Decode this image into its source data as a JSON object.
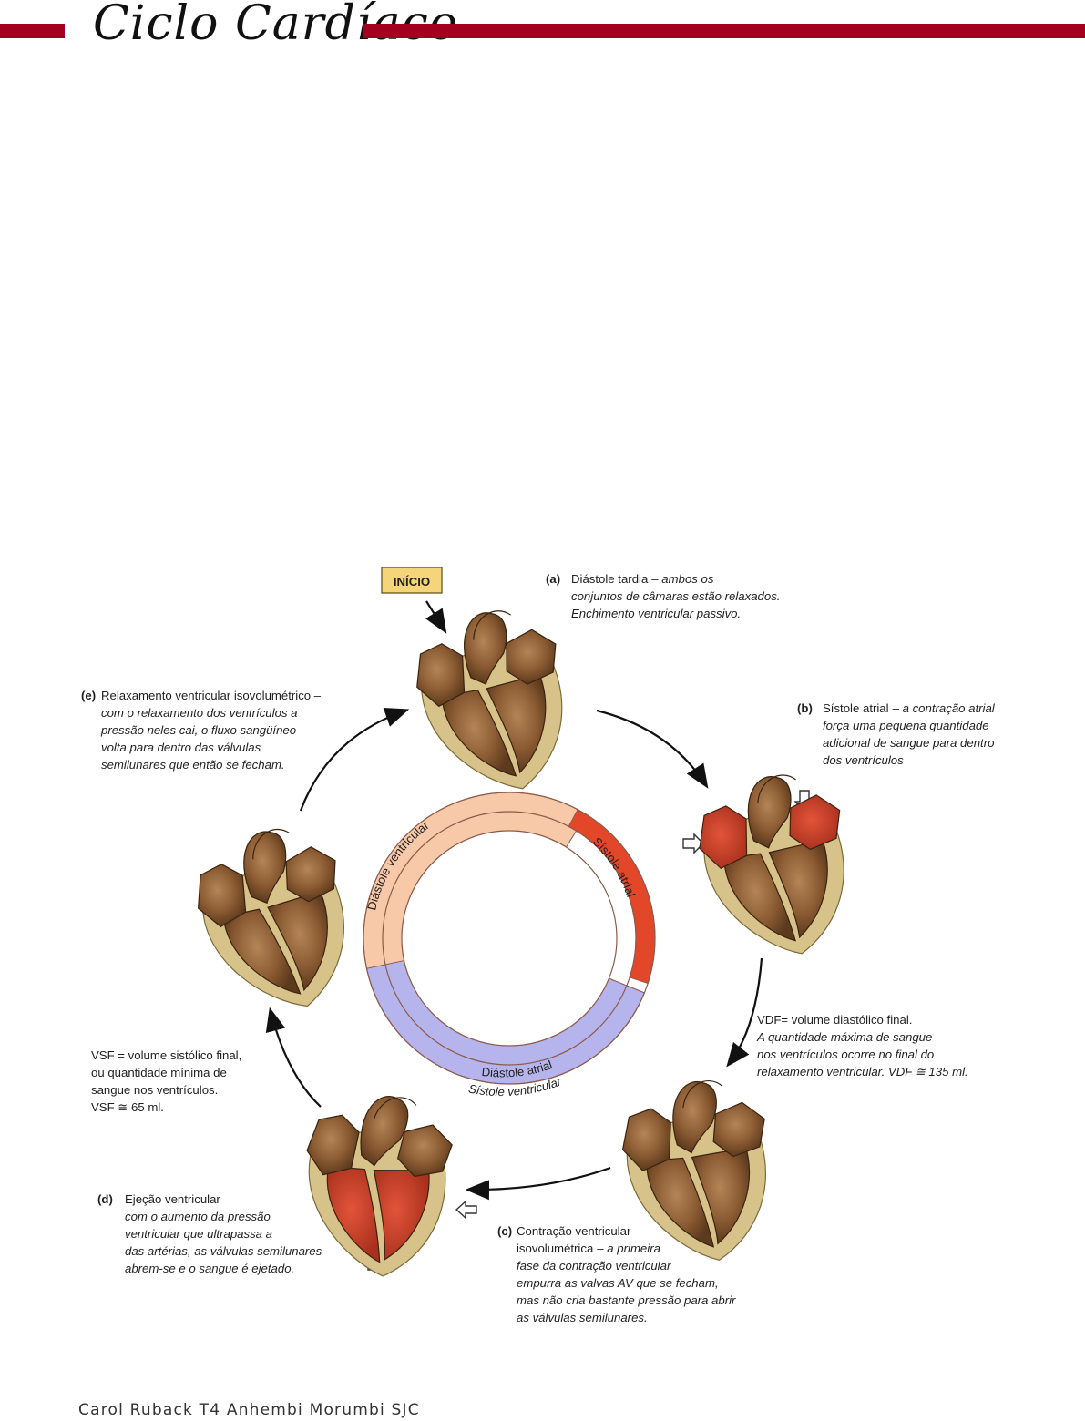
{
  "page": {
    "title": "Ciclo Cardíaco",
    "footer": "Carol Ruback T4 Anhembi Morumbi SJC",
    "accent_color": "#a3001f"
  },
  "diagram": {
    "start_label": "INÍCIO",
    "ring": {
      "outer_segments": [
        "Diástole ventricular",
        "Sístole atrial"
      ],
      "inner_segments": [
        "Diástole atrial",
        "Sístole ventricular"
      ],
      "colors": {
        "diastole": "#f7c9a8",
        "atrial_systole": "#e2472a",
        "ventricular_systole": "#b6b4ec"
      }
    },
    "stages": {
      "a": {
        "letter": "(a)",
        "heading": "Diástole tardia",
        "lines": [
          "– ambos os",
          "conjuntos de câmaras estão relaxados.",
          "Enchimento ventricular passivo."
        ]
      },
      "b": {
        "letter": "(b)",
        "heading": "Sístole atrial",
        "lines": [
          "– a contração atrial",
          "força uma pequena quantidade",
          "adicional de sangue para dentro",
          "dos ventrículos"
        ]
      },
      "c": {
        "letter": "(c)",
        "heading": "Contração ventricular",
        "heading2": "isovolumétrica",
        "lines": [
          "– a primeira",
          "fase da contração ventricular",
          "empurra as valvas AV que se fecham,",
          "mas não cria bastante pressão para abrir",
          "as válvulas semilunares."
        ]
      },
      "d": {
        "letter": "(d)",
        "heading": "Ejeção ventricular",
        "lines": [
          "com o aumento da pressão",
          "ventricular que ultrapassa a",
          "das artérias, as válvulas semilunares",
          "abrem-se e o sangue é ejetado."
        ]
      },
      "e": {
        "letter": "(e)",
        "heading": "Relaxamento ventricular isovolumétrico –",
        "lines": [
          "com o relaxamento dos ventrículos a",
          "pressão neles cai, o fluxo sangüíneo",
          "volta para dentro das válvulas",
          "semilunares que então se fecham."
        ]
      }
    },
    "notes": {
      "vdf": [
        "VDF= volume diastólico final.",
        "A quantidade máxima de sangue",
        "nos ventrículos ocorre no final do",
        "relaxamento ventricular. VDF ≅ 135 ml."
      ],
      "vsf": [
        "VSF = volume sistólico final,",
        "ou quantidade mínima de",
        "sangue nos ventrículos.",
        "VSF ≅ 65 ml."
      ]
    }
  }
}
